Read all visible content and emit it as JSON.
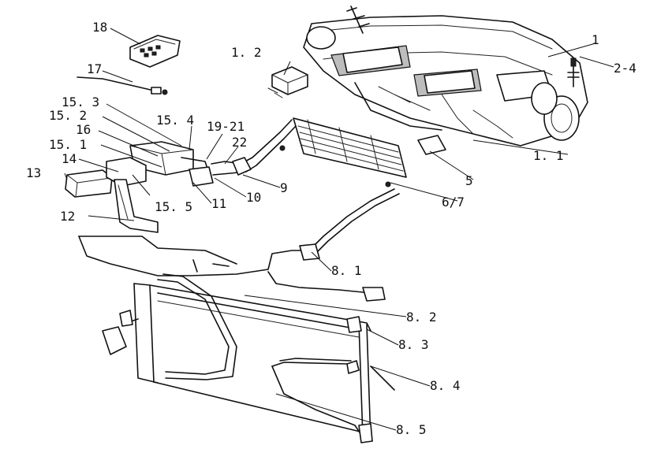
{
  "labels": {
    "l1": "1",
    "l11": "1. 1",
    "l12": "1. 2",
    "l24": "2-4",
    "l5": "5",
    "l67": "6/7",
    "l81": "8. 1",
    "l82": "8. 2",
    "l83": "8. 3",
    "l84": "8. 4",
    "l85": "8. 5",
    "l9": "9",
    "l10": "10",
    "l11b": "11",
    "l12b": "12",
    "l13": "13",
    "l14": "14",
    "l151": "15. 1",
    "l152": "15. 2",
    "l153": "15. 3",
    "l154": "15. 4",
    "l155": "15. 5",
    "l16": "16",
    "l17": "17",
    "l18": "18",
    "l1921": "19-21",
    "l22": "22"
  }
}
